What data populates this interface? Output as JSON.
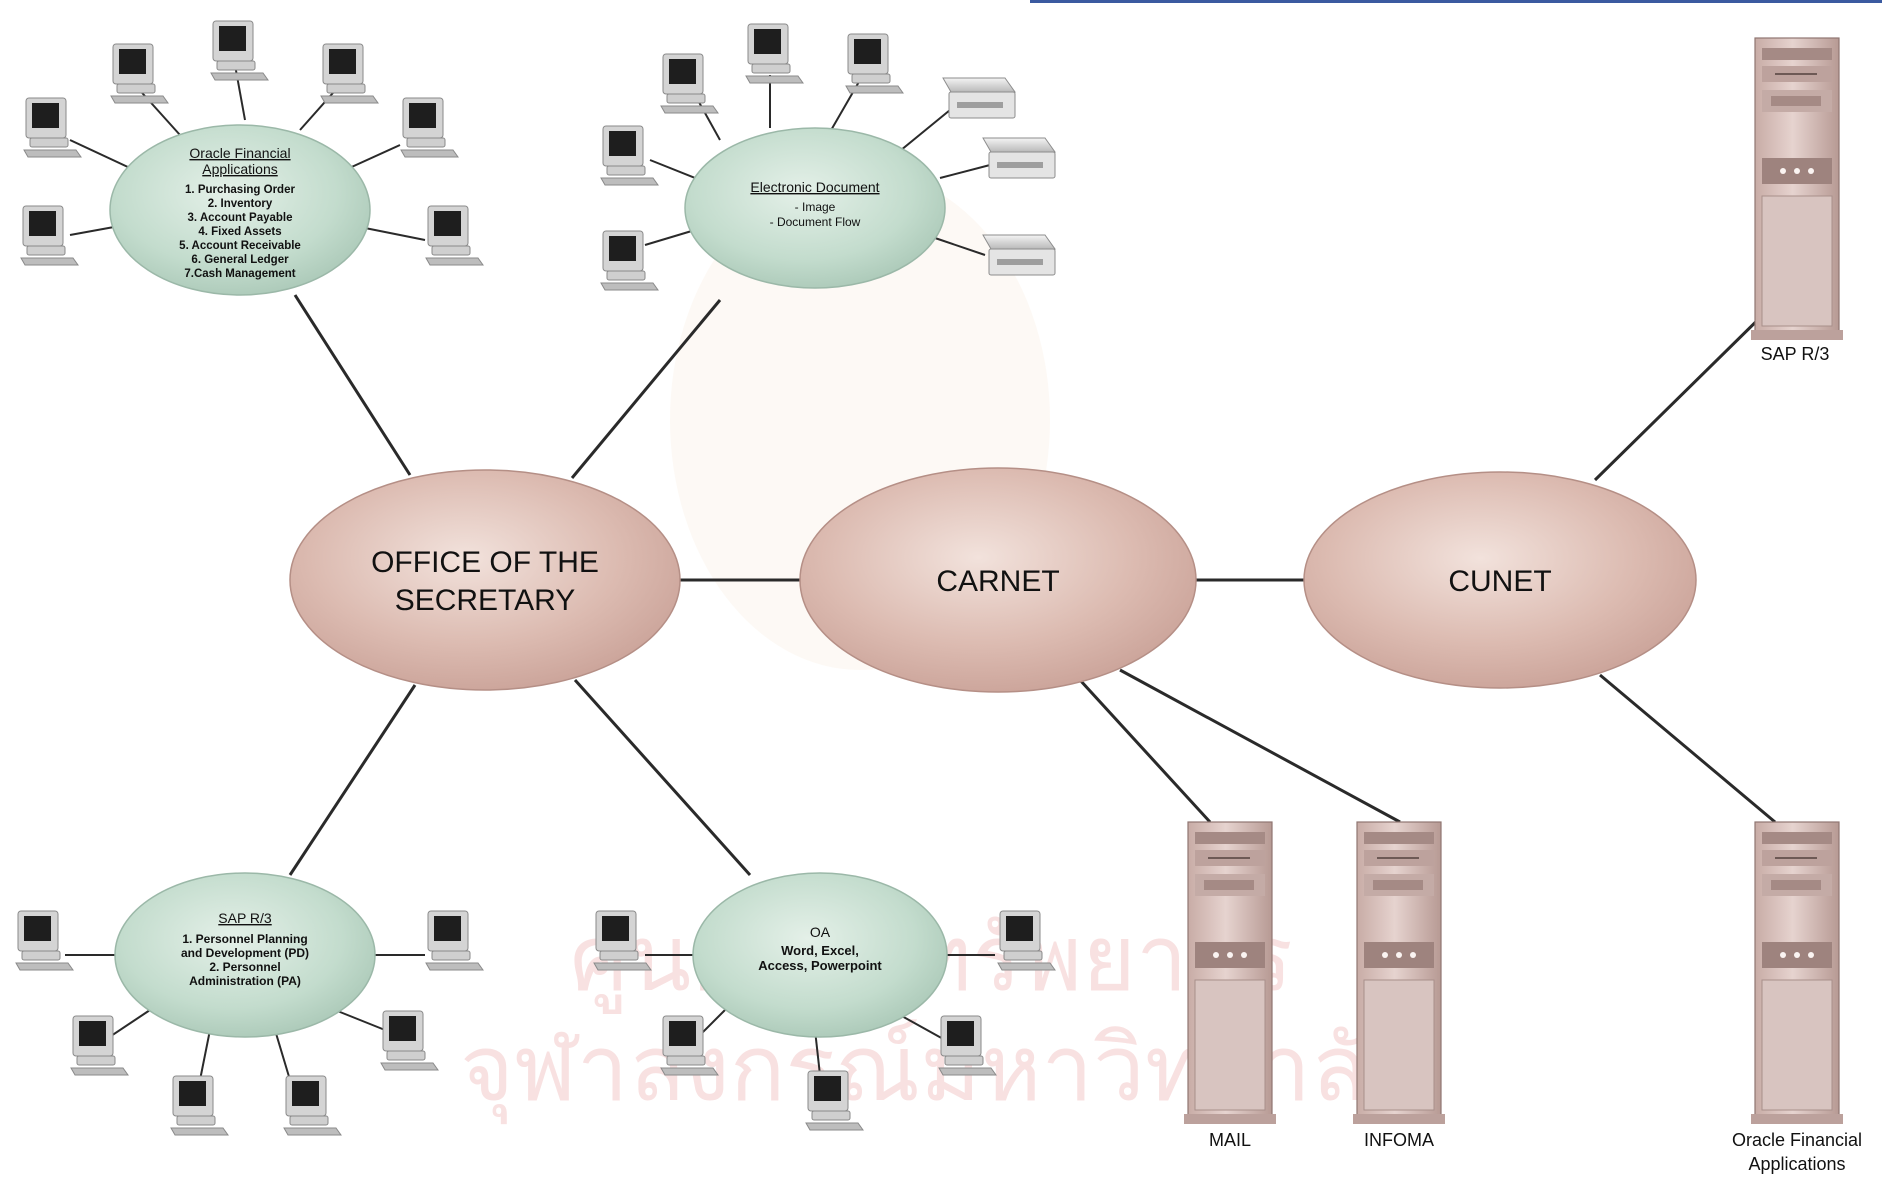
{
  "diagram": {
    "hubs": {
      "office": [
        "OFFICE OF THE",
        "SECRETARY"
      ],
      "carnet": "CARNET",
      "cunet": "CUNET"
    },
    "clusters": {
      "oracle": {
        "title": [
          "Oracle Financial",
          "Applications"
        ],
        "items": [
          "1. Purchasing Order",
          "2. Inventory",
          "3. Account Payable",
          "4. Fixed Assets",
          "5. Account Receivable",
          "6. General Ledger",
          "7.Cash Management"
        ]
      },
      "edoc": {
        "title": "Electronic Document",
        "items": [
          "- Image",
          "- Document Flow"
        ]
      },
      "sap": {
        "title": "SAP R/3",
        "items": [
          "1. Personnel Planning",
          "and Development (PD)",
          "2. Personnel",
          "Administration (PA)"
        ]
      },
      "oa": {
        "title": "OA",
        "items": [
          "Word, Excel,",
          "Access, Powerpoint"
        ]
      }
    },
    "servers": {
      "sap": "SAP R/3",
      "mail": "MAIL",
      "infoma": "INFOMA",
      "oracle": [
        "Oracle Financial",
        "Applications"
      ]
    },
    "colors": {
      "hub_fill": "#d9b8ae",
      "cluster_fill": "#c3dcce",
      "server_fill": "#dcc7c2",
      "line": "#2a2a2a"
    },
    "watermark": {
      "line1": "ศูนย์วิทยทรัพยากร",
      "line2": "จุฬาลงกรณ์มหาวิทยาลัย"
    }
  }
}
